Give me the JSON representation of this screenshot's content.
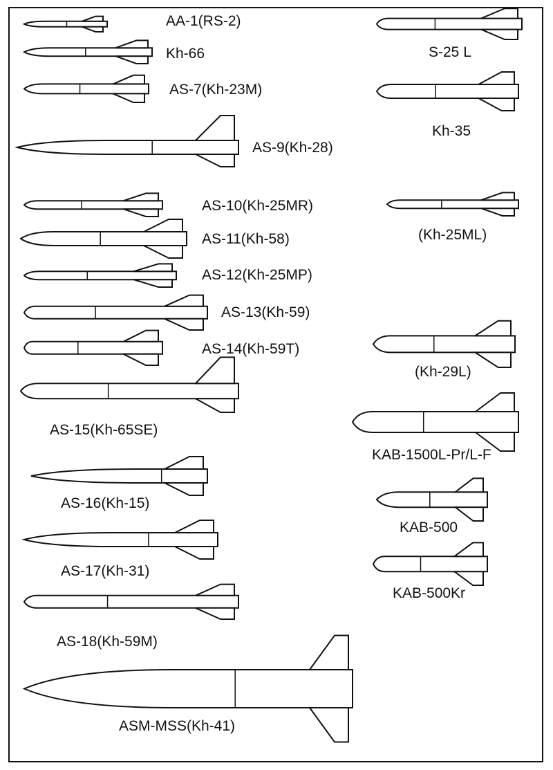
{
  "missiles_left": [
    {
      "label": "AA-1(RS-2)"
    },
    {
      "label": "Kh-66"
    },
    {
      "label": "AS-7(Kh-23M)"
    },
    {
      "label": "AS-9(Kh-28)"
    },
    {
      "label": "AS-10(Kh-25MR)"
    },
    {
      "label": "AS-11(Kh-58)"
    },
    {
      "label": "AS-12(Kh-25MP)"
    },
    {
      "label": "AS-13(Kh-59)"
    },
    {
      "label": "AS-14(Kh-59T)"
    },
    {
      "label": "AS-15(Kh-65SE)"
    },
    {
      "label": "AS-16(Kh-15)"
    },
    {
      "label": "AS-17(Kh-31)"
    },
    {
      "label": "AS-18(Kh-59M)"
    },
    {
      "label": "ASM-MSS(Kh-41)"
    }
  ],
  "missiles_right": [
    {
      "label": "S-25 L"
    },
    {
      "label": "Kh-35"
    },
    {
      "label": "(Kh-25ML)"
    },
    {
      "label": "(Kh-29L)"
    },
    {
      "label": "KAB-1500L-Pr/L-F"
    },
    {
      "label": "KAB-500"
    },
    {
      "label": "KAB-500Kr"
    }
  ]
}
